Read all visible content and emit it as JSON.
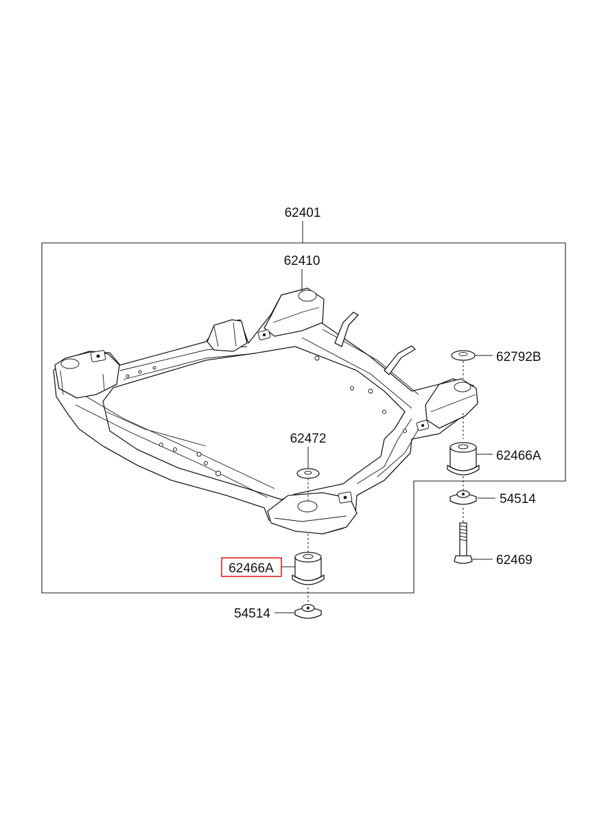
{
  "diagram": {
    "labels": {
      "assembly": "62401",
      "crossmember": "62410",
      "upper_stopper": "62792B",
      "washer": "62472",
      "bushing_right": "62466A",
      "bushing_left_highlighted": "62466A",
      "stopper_right": "54514",
      "stopper_left": "54514",
      "bolt": "62469"
    },
    "highlight_color": "#e02020",
    "line_color": "#1a1a1a"
  }
}
